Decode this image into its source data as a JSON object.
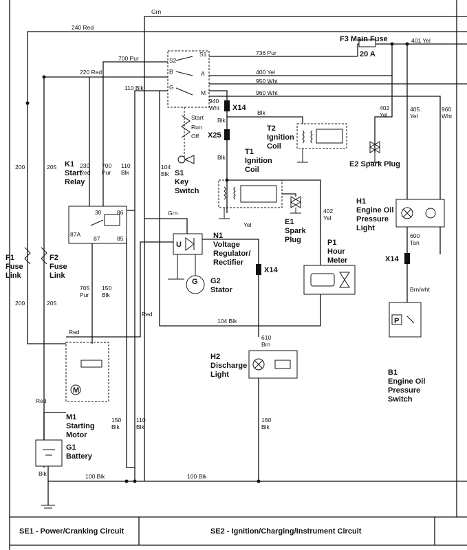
{
  "title_block": {
    "se1": "SE1 - Power/Cranking Circuit",
    "se2": "SE2 - Ignition/Charging/Instrument Circuit"
  },
  "components": {
    "f3_name": "F3 Main Fuse",
    "f3_rating": "20 A",
    "k1": [
      "K1",
      "Start",
      "Relay"
    ],
    "k1_pins": [
      "30",
      "86",
      "87A",
      "87",
      "85"
    ],
    "s1": [
      "S1",
      "Key",
      "Switch"
    ],
    "s1_terms": [
      "S2",
      "S1",
      "B",
      "A",
      "G",
      "M"
    ],
    "s1_positions": [
      "Start",
      "Run",
      "Off"
    ],
    "t1": [
      "T1",
      "Ignition",
      "Coil"
    ],
    "t2": [
      "T2",
      "Ignition",
      "Coil"
    ],
    "e1": [
      "E1",
      "Spark",
      "Plug"
    ],
    "e2": "E2 Spark Plug",
    "n1": [
      "N1",
      "Voltage",
      "Regulator/",
      "Rectifier"
    ],
    "n1_u": "U",
    "g2": [
      "G2",
      "Stator"
    ],
    "g2_sym": "G",
    "p1": [
      "P1",
      "Hour",
      "Meter"
    ],
    "h1": [
      "H1",
      "Engine Oil",
      "Pressure",
      "Light"
    ],
    "h2": [
      "H2",
      "Discharge",
      "Light"
    ],
    "b1": [
      "B1",
      "Engine Oil",
      "Pressure",
      "Switch"
    ],
    "b1_sym": "P",
    "f1": [
      "F1",
      "Fuse",
      "Link"
    ],
    "f2": [
      "F2",
      "Fuse",
      "Link"
    ],
    "m1": [
      "M1",
      "Starting",
      "Motor"
    ],
    "m1_sym": "M",
    "g1": [
      "G1",
      "Battery"
    ],
    "x14": "X14",
    "x25": "X25"
  },
  "wires": {
    "grn": "Grn",
    "w240": "240 Red",
    "w700": "700 Pur",
    "w220": "220 Red",
    "w110": "110 Blk",
    "w736": "736 Pur",
    "w400": "400 Yel",
    "w950": "950 Wht",
    "w960": "960 Wht",
    "w401": "401 Yel",
    "w940": [
      "940",
      "Wht"
    ],
    "blk": "Blk",
    "w402a": [
      "402",
      "Yel"
    ],
    "w405": [
      "405",
      "Yel"
    ],
    "w960b": [
      "960",
      "Wht"
    ],
    "w200": "200",
    "w205": "205",
    "w230": [
      "230",
      "Red"
    ],
    "w700b": [
      "700",
      "Pur"
    ],
    "w110b": [
      "110",
      "Blk"
    ],
    "w104": [
      "104",
      "Blk"
    ],
    "yel": "Yel",
    "w402b": [
      "402",
      "Yel"
    ],
    "w600": [
      "600",
      "Tan"
    ],
    "w705": [
      "705",
      "Pur"
    ],
    "w150": [
      "150",
      "Blk"
    ],
    "red": "Red",
    "w104b": "104 Blk",
    "w610": [
      "610",
      "Brn"
    ],
    "brnwht": "Brn/wht",
    "w150b": [
      "150",
      "Blk"
    ],
    "w110c": [
      "110",
      "Blk"
    ],
    "w160": [
      "160",
      "Blk"
    ],
    "w100a": "100 Blk",
    "w100b": "100 Blk"
  }
}
